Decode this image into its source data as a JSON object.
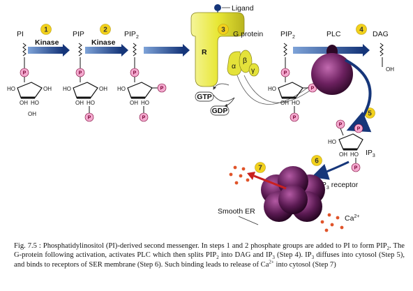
{
  "labels": {
    "ligand": "Ligand",
    "pi": "PI",
    "pip": "PIP",
    "pip2_base": "PIP",
    "pip2_sub": "2",
    "kinase": "Kinase",
    "receptor": "R",
    "g_protein": "G protein",
    "alpha": "α",
    "beta": "β",
    "gamma": "γ",
    "gtp": "GTP",
    "gdp": "GDP",
    "plc": "PLC",
    "dag": "DAG",
    "oh": "OH",
    "ho": "HO",
    "phosphate": "P",
    "ip3_base": "IP",
    "ip3_sub": "3",
    "ip3_receptor_suffix": " receptor",
    "smooth_er": "Smooth ER",
    "ca_base": "Ca",
    "ca_sup": "2+"
  },
  "steps": [
    "1",
    "2",
    "3",
    "4",
    "5",
    "6",
    "7"
  ],
  "caption": {
    "fig_label": "Fig. 7.5 :",
    "t1": " Phosphatidylinositol (PI)-derived second messenger. In steps 1 and 2 phosphate groups are added to PI to form PIP",
    "s1": "2",
    "t2": ". The G-protein following activation, activates PLC which then splits PIP",
    "s2": "2",
    "t3": " into DAG and IP",
    "s3": "3",
    "t4": " (Step 4). IP",
    "s4": "3",
    "t5": " diffuses into cytosol (Step 5), and binds to receptors of SER membrane (Step 6). Such binding leads to release of Ca",
    "sup1": "2+",
    "t6": " into cytosol (Step 7)"
  },
  "colors": {
    "step_circle": "#f2d11c",
    "phosphate": "#f4a9cf",
    "receptor": "#e9ea3a",
    "g_protein": "#e4e23a",
    "plc": "#5e1a4c",
    "er": "#4f1746",
    "arrow": "#16367a",
    "calcium": "#e0542a",
    "red_arrow": "#c9201f"
  }
}
